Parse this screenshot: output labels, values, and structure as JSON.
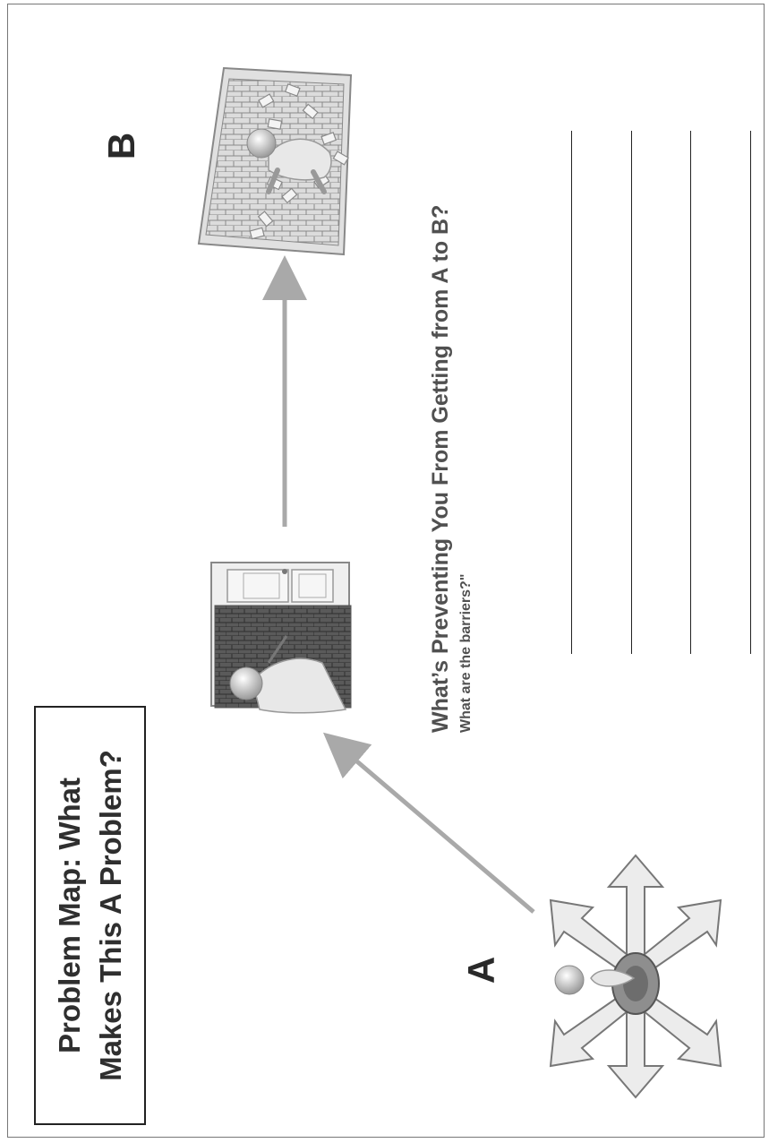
{
  "title": {
    "line1": "Problem Map: What",
    "line2": "Makes This A Problem?"
  },
  "points": {
    "a_label": "A",
    "b_label": "B"
  },
  "question": {
    "main": "What’s Preventing You From Getting from A to B?",
    "sub": "What are the barriers?\""
  },
  "writing_lines_count": 4,
  "illustrations": {
    "start": "figure-at-crossroads-arrows-icon",
    "middle": "figure-breaking-brick-wall-with-door-icon",
    "end": "figure-breaking-through-brick-wall-icon"
  },
  "colors": {
    "arrow": "#a9a9a9",
    "text": "#505050",
    "border": "#222222"
  }
}
